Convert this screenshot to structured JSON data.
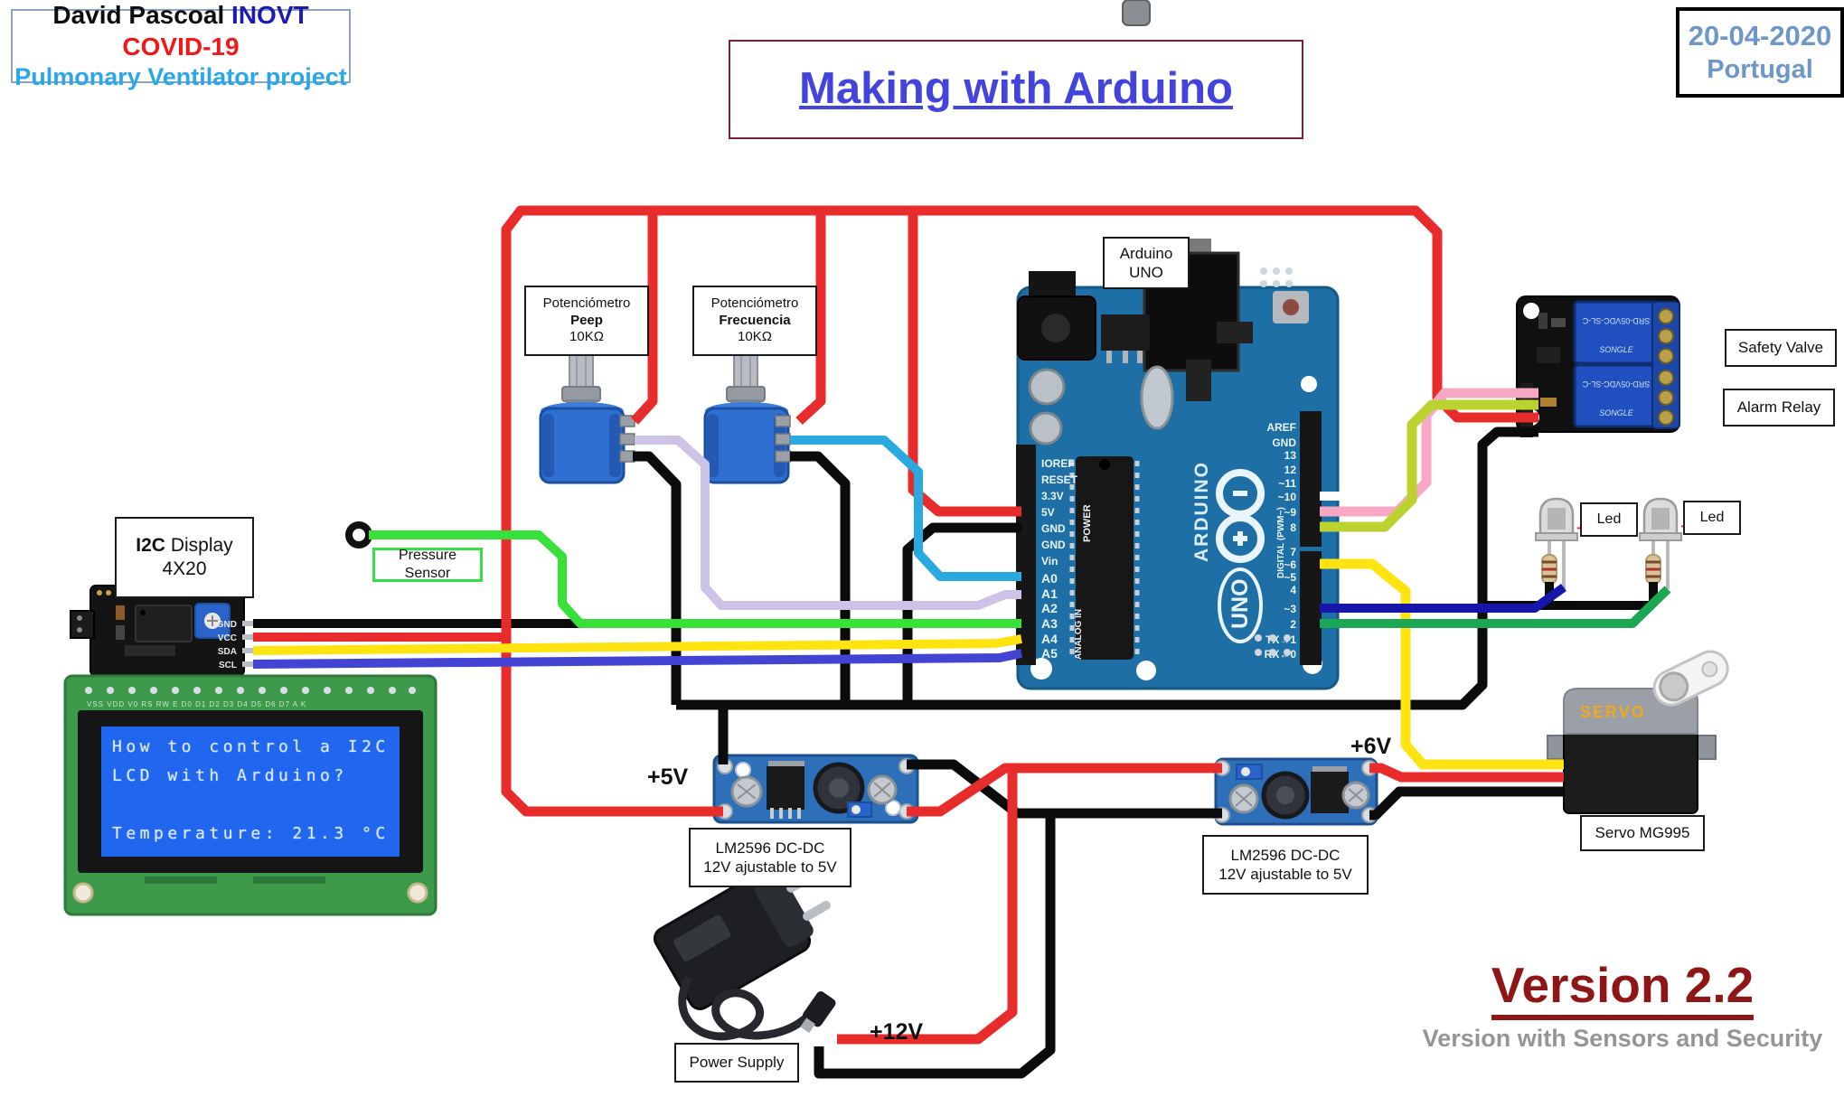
{
  "header": {
    "author": "David Pascoal ",
    "org": "INOVT ",
    "tag": "COVID-19",
    "subtitle": "Pulmonary Ventilator project",
    "title": "Making with Arduino",
    "date": "20-04-2020",
    "place": "Portugal"
  },
  "labels": {
    "pot1": [
      "Potenciómetro",
      "Peep",
      "10KΩ"
    ],
    "pot2": [
      "Potenciómetro",
      "Frecuencia",
      "10KΩ"
    ],
    "arduino_box": [
      "Arduino",
      "UNO"
    ],
    "safety_valve": "Safety Valve",
    "alarm_relay": "Alarm Relay",
    "led": "Led",
    "led_plus": "+",
    "i2c_strong": "I2C",
    "i2c_rest": "  Display",
    "i2c_size": "4X20",
    "pressure": "Pressure Sensor",
    "lm2596_l1": "LM2596 DC-DC",
    "lm2596_l2": "12V ajustable to 5V",
    "servo": "Servo MG995",
    "power_supply": "Power Supply",
    "v5": "+5V",
    "v6": "+6V",
    "v12": "+12V"
  },
  "version": {
    "title": "Version 2.2",
    "subtitle": "Version with Sensors and Security"
  },
  "arduino": {
    "logo": "ARDUINO",
    "name": "UNO",
    "power_pins": [
      "IOREF",
      "RESET",
      "3.3V",
      "5V",
      "GND",
      "GND",
      "Vin"
    ],
    "analog_pins": [
      "A0",
      "A1",
      "A2",
      "A3",
      "A4",
      "A5"
    ],
    "digital_top": [
      "AREF",
      "GND",
      "13",
      "12",
      "~11",
      "~10",
      "~9",
      "8"
    ],
    "digital_bottom": [
      "7",
      "~6",
      "~5",
      "4",
      "~3",
      "2",
      "TX→1",
      "RX←0"
    ],
    "side_digital": "DIGITAL (PWM~)",
    "side_analog": "ANALOG IN",
    "side_power": "POWER"
  },
  "lcd": {
    "lines": [
      "How to control a I2C",
      "LCD with Arduino?",
      "",
      "Temperature: 21.3 °C"
    ]
  },
  "i2c_pins": [
    "GND",
    "VCC",
    "SDA",
    "SCL"
  ],
  "relay": {
    "chip": "SONGLE",
    "model": "SRD-05VDC-SL-C"
  },
  "servo_brand": "SERVO",
  "colors": {
    "wire_5v_red": "#e82c2c",
    "wire_gnd_black": "#0b0b0b",
    "wire_servo_yellow": "#ffe412",
    "wire_pot1_lavender": "#cdc3e6",
    "wire_pot2_lightblue": "#2aa9e0",
    "wire_relay_pink": "#f7a8c4",
    "wire_relay_yellowgreen": "#bcd22f",
    "wire_led_navy": "#1616aa",
    "wire_i2c_blue": "#4444d4",
    "wire_i2c_yellow": "#ffe412",
    "wire_sensor_green": "#3ae03a",
    "wire_led_green": "#1ca755",
    "title_blue": "#4343dd",
    "version_darkred": "#8e1616",
    "date_steelblue": "#6d97c9",
    "subtitle_cyan": "#2aa7e8",
    "covid_red": "#f21818",
    "inovt_navy": "#1b1bb3",
    "board_blue": "#1d6fa5",
    "lcd_screen_blue": "#2166ee"
  }
}
